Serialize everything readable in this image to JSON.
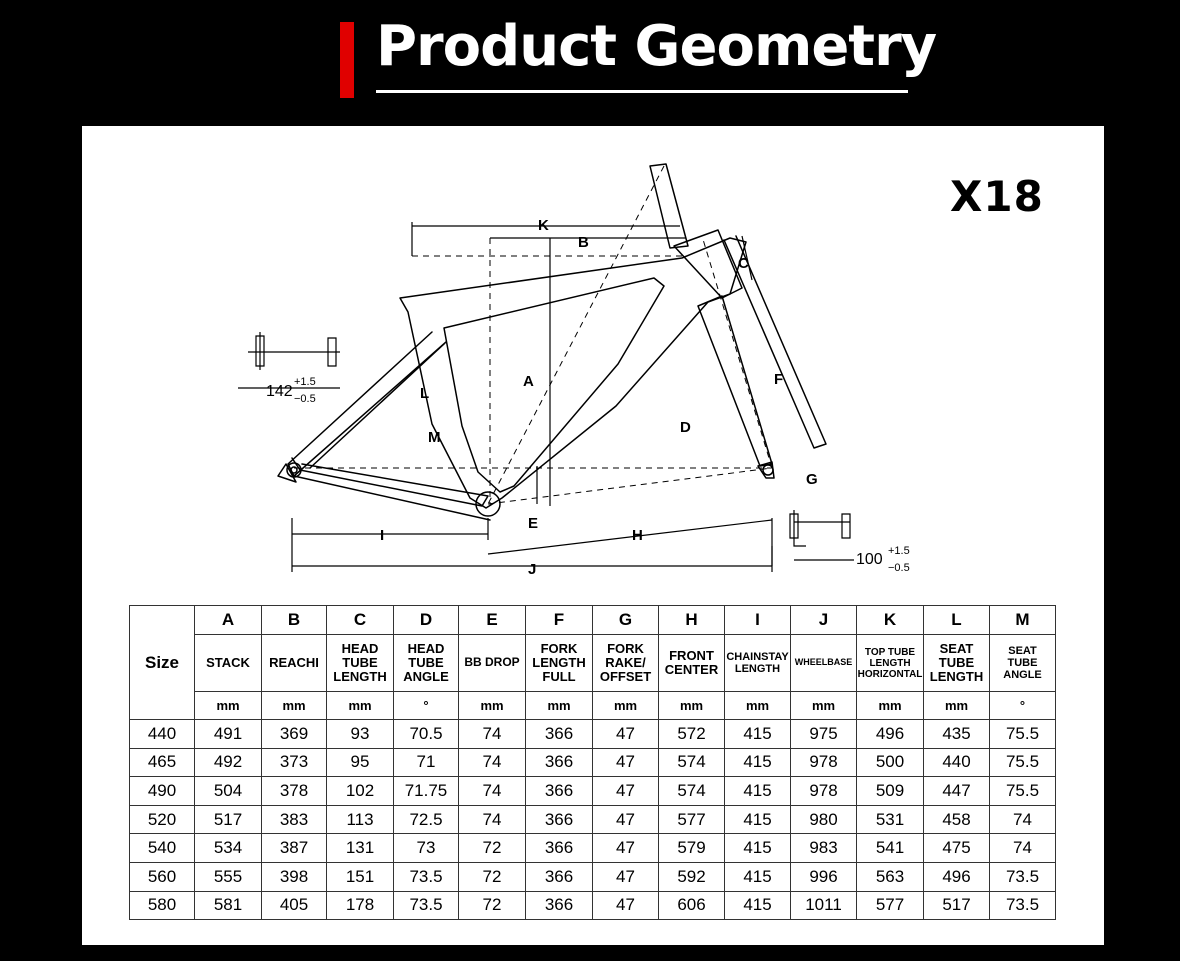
{
  "header": {
    "title": "Product Geometry",
    "accent_color": "#e00000"
  },
  "model": "X18",
  "diagram": {
    "labels": {
      "A": "A",
      "B": "B",
      "C": "C",
      "D": "D",
      "E": "E",
      "F": "F",
      "G": "G",
      "H": "H",
      "I": "I",
      "J": "J",
      "K": "K",
      "L": "L",
      "M": "M"
    },
    "rear_spacing": {
      "base": "142",
      "tol_plus": "+1.5",
      "tol_minus": "−0.5"
    },
    "front_spacing": {
      "base": "100",
      "tol_plus": "+1.5",
      "tol_minus": "−0.5"
    }
  },
  "table": {
    "size_header": "Size",
    "columns": [
      {
        "letter": "A",
        "name": "STACK",
        "unit": "mm"
      },
      {
        "letter": "B",
        "name": "REACHI",
        "unit": "mm"
      },
      {
        "letter": "C",
        "name": "HEAD\nTUBE\nLENGTH",
        "unit": "mm"
      },
      {
        "letter": "D",
        "name": "HEAD\nTUBE\nANGLE",
        "unit": "°"
      },
      {
        "letter": "E",
        "name": "BB DROP",
        "unit": "mm"
      },
      {
        "letter": "F",
        "name": "FORK\nLENGTH\nFULL",
        "unit": "mm"
      },
      {
        "letter": "G",
        "name": "FORK\nRAKE/\nOFFSET",
        "unit": "mm"
      },
      {
        "letter": "H",
        "name": "FRONT\nCENTER",
        "unit": "mm"
      },
      {
        "letter": "I",
        "name": "CHAINSTAY\nLENGTH",
        "unit": "mm"
      },
      {
        "letter": "J",
        "name": "WHEELBASE",
        "unit": "mm"
      },
      {
        "letter": "K",
        "name": "TOP TUBE\nLENGTH\nHORIZONTAL",
        "unit": "mm"
      },
      {
        "letter": "L",
        "name": "SEAT\nTUBE\nLENGTH",
        "unit": "mm"
      },
      {
        "letter": "M",
        "name": "SEAT\nTUBE\nANGLE",
        "unit": "°"
      }
    ],
    "rows": [
      [
        "440",
        "491",
        "369",
        "93",
        "70.5",
        "74",
        "366",
        "47",
        "572",
        "415",
        "975",
        "496",
        "435",
        "75.5"
      ],
      [
        "465",
        "492",
        "373",
        "95",
        "71",
        "74",
        "366",
        "47",
        "574",
        "415",
        "978",
        "500",
        "440",
        "75.5"
      ],
      [
        "490",
        "504",
        "378",
        "102",
        "71.75",
        "74",
        "366",
        "47",
        "574",
        "415",
        "978",
        "509",
        "447",
        "75.5"
      ],
      [
        "520",
        "517",
        "383",
        "113",
        "72.5",
        "74",
        "366",
        "47",
        "577",
        "415",
        "980",
        "531",
        "458",
        "74"
      ],
      [
        "540",
        "534",
        "387",
        "131",
        "73",
        "72",
        "366",
        "47",
        "579",
        "415",
        "983",
        "541",
        "475",
        "74"
      ],
      [
        "560",
        "555",
        "398",
        "151",
        "73.5",
        "72",
        "366",
        "47",
        "592",
        "415",
        "996",
        "563",
        "496",
        "73.5"
      ],
      [
        "580",
        "581",
        "405",
        "178",
        "73.5",
        "72",
        "366",
        "47",
        "606",
        "415",
        "1011",
        "577",
        "517",
        "73.5"
      ]
    ]
  }
}
